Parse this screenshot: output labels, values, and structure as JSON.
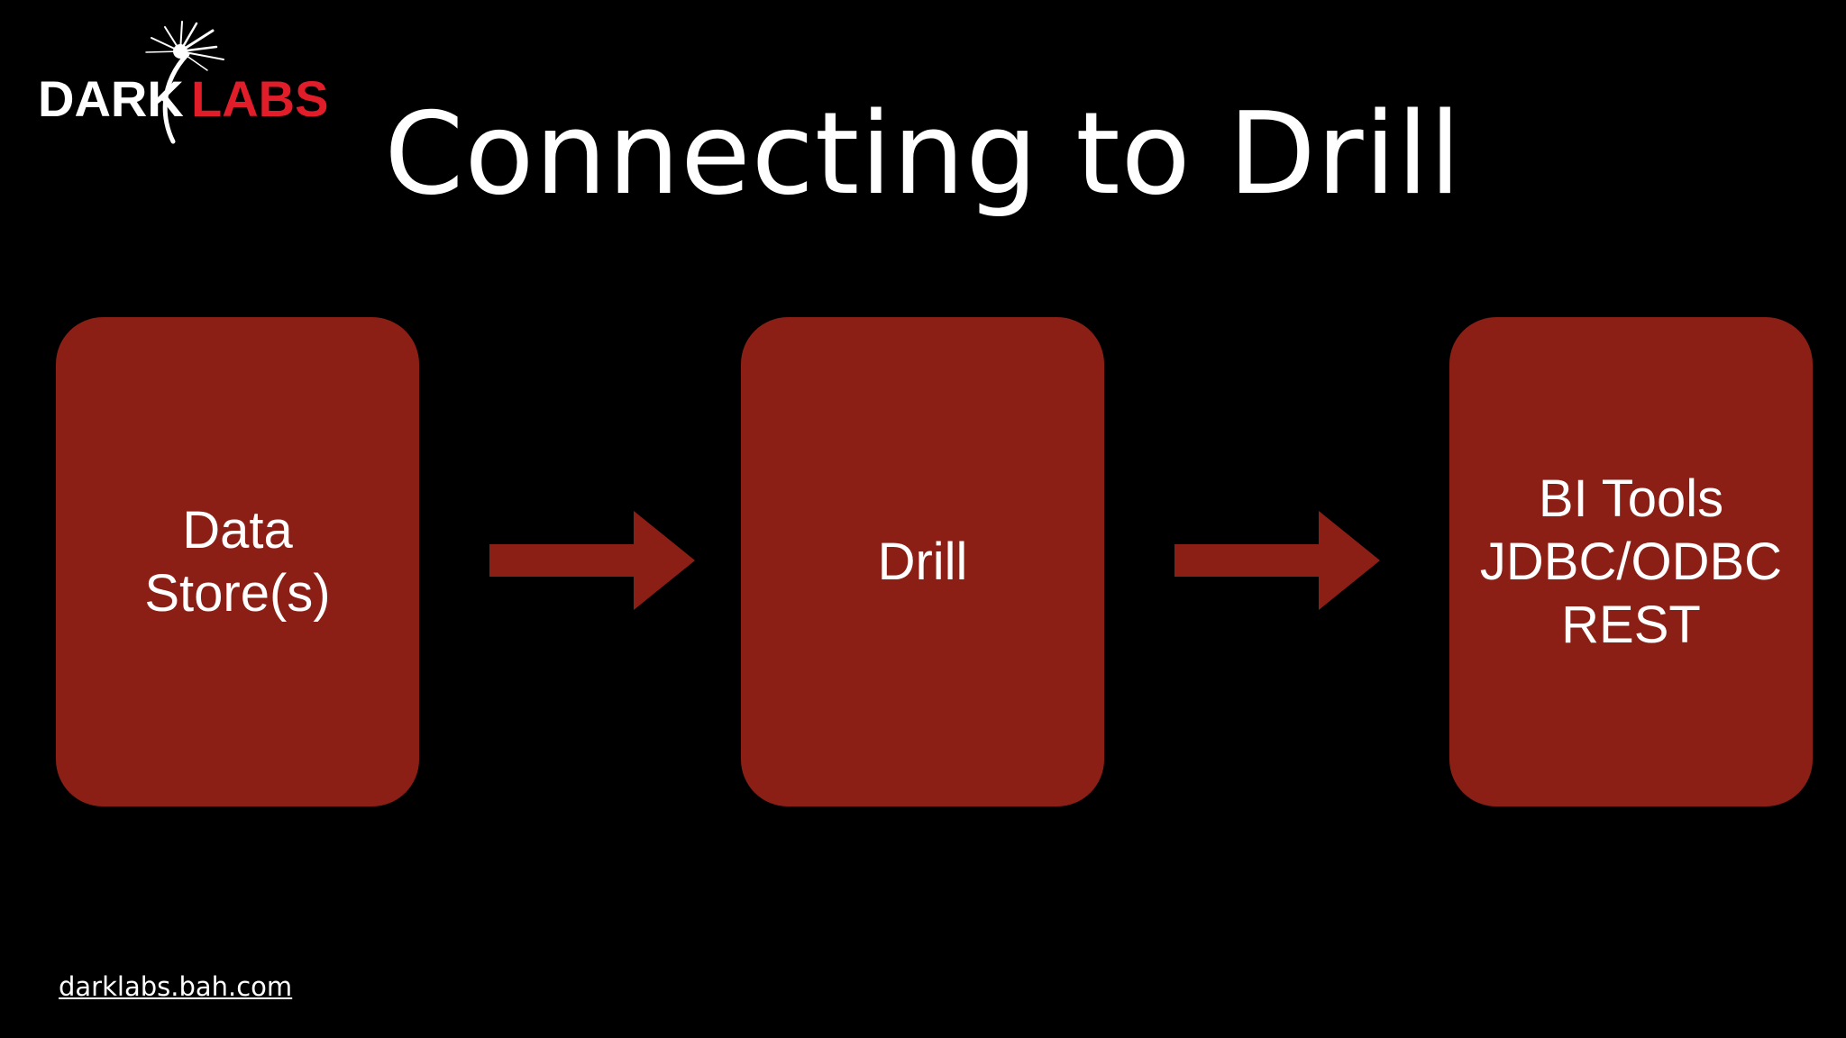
{
  "logo": {
    "text_dark": "DARK",
    "text_labs": "LABS"
  },
  "title": "Connecting to Drill",
  "boxes": [
    {
      "lines": [
        "Data",
        "Store(s)"
      ]
    },
    {
      "lines": [
        "Drill"
      ]
    },
    {
      "lines": [
        "BI Tools",
        "JDBC/ODBC",
        "REST"
      ]
    }
  ],
  "footer": {
    "link": "darklabs.bah.com"
  },
  "colors": {
    "background": "#000000",
    "box_fill": "#8b1f16",
    "arrow_fill": "#8b1f16",
    "text": "#ffffff",
    "logo_red": "#e11d2a"
  }
}
